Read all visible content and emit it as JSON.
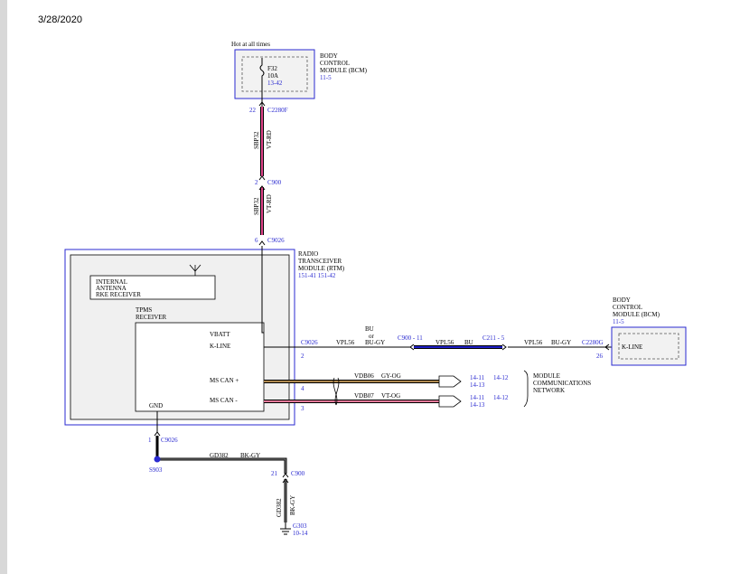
{
  "header": {
    "date": "3/28/2020"
  },
  "fuse": {
    "power_label": "Hot at all times",
    "fuse_id": "F32",
    "rating": "10A",
    "ref": "13-42",
    "module_name": [
      "BODY",
      "CONTROL",
      "MODULE (BCM)"
    ],
    "module_ref": "11-5"
  },
  "wire_top": {
    "pin_top": "22",
    "conn_top": "C2280F",
    "circuit": "SBP32",
    "color": "VT-RD",
    "pin_mid": "2",
    "conn_mid": "C900",
    "pin_bot": "6",
    "conn_bot": "C9026"
  },
  "rtm": {
    "name": [
      "RADIO",
      "TRANSCEIVER",
      "MODULE (RTM)"
    ],
    "refs": "151-41  151-42",
    "antenna": [
      "INTERNAL",
      "ANTENNA",
      "RKE RECEIVER"
    ],
    "tpms": [
      "TPMS",
      "RECEIVER"
    ],
    "vbatt": "VBATT",
    "kline": "K-LINE",
    "mscan_plus": "MS CAN +",
    "mscan_minus": "MS CAN -",
    "gnd": "GND"
  },
  "kline_wire": {
    "conn": "C9026",
    "pin": "2",
    "seg1_circuit": "VPL56",
    "seg1_color": "BU-GY",
    "alt_color_top": "BU",
    "alt_or": "or",
    "inline1": "C900 - 11",
    "seg2_circuit": "VPL56",
    "seg2_color": "BU",
    "inline2": "C211 - 5",
    "seg3_circuit": "VPL56",
    "seg3_color": "BU-GY",
    "dest_conn": "C2280G",
    "dest_pin": "26"
  },
  "bcm_right": {
    "name": [
      "BODY",
      "CONTROL",
      "MODULE (BCM)"
    ],
    "ref": "11-5",
    "kline": "K-LINE"
  },
  "can": {
    "plus_pin": "4",
    "plus_circuit": "VDB06",
    "plus_color": "GY-OG",
    "minus_pin": "3",
    "minus_circuit": "VDB07",
    "minus_color": "VT-OG",
    "plus_refs": [
      "14-11",
      "14-13"
    ],
    "plus_ref2": "14-12",
    "minus_refs": [
      "14-11",
      "14-13"
    ],
    "minus_ref2": "14-12",
    "network": [
      "MODULE",
      "COMMUNICATIONS",
      "NETWORK"
    ]
  },
  "ground": {
    "pin": "1",
    "conn": "C9026",
    "splice": "S903",
    "h_circuit": "GD382",
    "h_color": "BK-GY",
    "pin2": "21",
    "conn2": "C900",
    "v_circuit": "GD382",
    "v_color": "BK-GY",
    "gnd_id": "G303",
    "gnd_ref": "10-14"
  },
  "colors": {
    "blue": "#2a2ad0",
    "vt_rd": "#e0458a",
    "bu": "#2020c8",
    "gy_og": "#b08a50",
    "vt_og": "#e57a9a",
    "bk": "#000000"
  }
}
